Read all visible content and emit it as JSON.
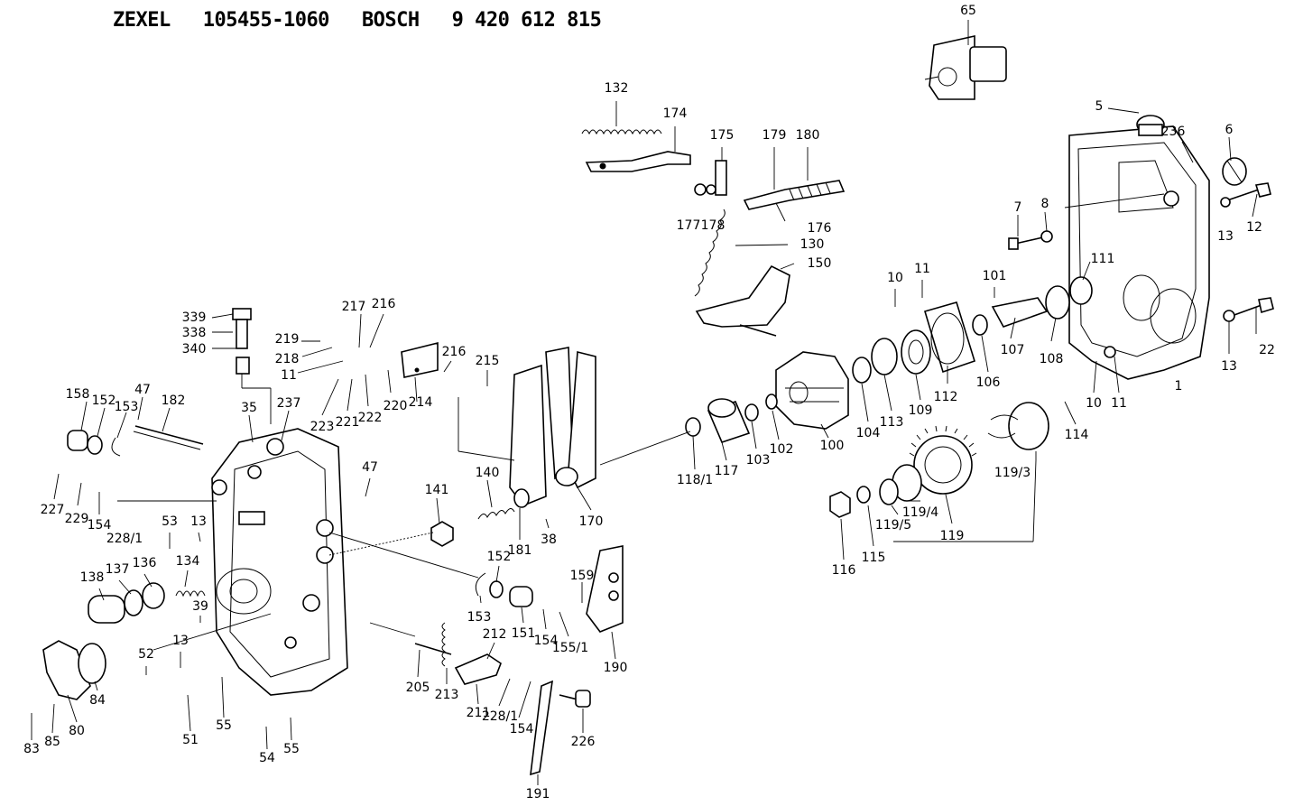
{
  "header": {
    "brand1": "ZEXEL",
    "part1": "105455-1060",
    "brand2": "BOSCH",
    "part2": "9 420 612 815"
  },
  "callouts": [
    {
      "id": "65",
      "t": "65"
    },
    {
      "id": "5",
      "t": "5"
    },
    {
      "id": "236",
      "t": "236"
    },
    {
      "id": "6",
      "t": "6"
    },
    {
      "id": "13a",
      "t": "13"
    },
    {
      "id": "12",
      "t": "12"
    },
    {
      "id": "7",
      "t": "7"
    },
    {
      "id": "8",
      "t": "8"
    },
    {
      "id": "132",
      "t": "132"
    },
    {
      "id": "174",
      "t": "174"
    },
    {
      "id": "175",
      "t": "175"
    },
    {
      "id": "179",
      "t": "179"
    },
    {
      "id": "180",
      "t": "180"
    },
    {
      "id": "177",
      "t": "177"
    },
    {
      "id": "178",
      "t": "178"
    },
    {
      "id": "176",
      "t": "176"
    },
    {
      "id": "130",
      "t": "130"
    },
    {
      "id": "150",
      "t": "150"
    },
    {
      "id": "10a",
      "t": "10"
    },
    {
      "id": "11a",
      "t": "11"
    },
    {
      "id": "101",
      "t": "101"
    },
    {
      "id": "111",
      "t": "111"
    },
    {
      "id": "22",
      "t": "22"
    },
    {
      "id": "13b",
      "t": "13"
    },
    {
      "id": "1",
      "t": "1"
    },
    {
      "id": "108",
      "t": "108"
    },
    {
      "id": "107",
      "t": "107"
    },
    {
      "id": "106",
      "t": "106"
    },
    {
      "id": "112",
      "t": "112"
    },
    {
      "id": "109",
      "t": "109"
    },
    {
      "id": "113",
      "t": "113"
    },
    {
      "id": "104",
      "t": "104"
    },
    {
      "id": "100",
      "t": "100"
    },
    {
      "id": "102",
      "t": "102"
    },
    {
      "id": "103",
      "t": "103"
    },
    {
      "id": "117",
      "t": "117"
    },
    {
      "id": "118_1",
      "t": "118/1"
    },
    {
      "id": "10b",
      "t": "10"
    },
    {
      "id": "11b",
      "t": "11"
    },
    {
      "id": "114",
      "t": "114"
    },
    {
      "id": "119_3",
      "t": "119/3"
    },
    {
      "id": "119_4",
      "t": "119/4"
    },
    {
      "id": "119_5",
      "t": "119/5"
    },
    {
      "id": "119",
      "t": "119"
    },
    {
      "id": "115",
      "t": "115"
    },
    {
      "id": "116",
      "t": "116"
    },
    {
      "id": "339",
      "t": "339"
    },
    {
      "id": "338",
      "t": "338"
    },
    {
      "id": "340",
      "t": "340"
    },
    {
      "id": "219",
      "t": "219"
    },
    {
      "id": "217",
      "t": "217"
    },
    {
      "id": "216a",
      "t": "216"
    },
    {
      "id": "218",
      "t": "218"
    },
    {
      "id": "11c",
      "t": "11"
    },
    {
      "id": "216b",
      "t": "216"
    },
    {
      "id": "215",
      "t": "215"
    },
    {
      "id": "214",
      "t": "214"
    },
    {
      "id": "220",
      "t": "220"
    },
    {
      "id": "222",
      "t": "222"
    },
    {
      "id": "221",
      "t": "221"
    },
    {
      "id": "223",
      "t": "223"
    },
    {
      "id": "158",
      "t": "158"
    },
    {
      "id": "152a",
      "t": "152"
    },
    {
      "id": "153a",
      "t": "153"
    },
    {
      "id": "47a",
      "t": "47"
    },
    {
      "id": "182",
      "t": "182"
    },
    {
      "id": "35",
      "t": "35"
    },
    {
      "id": "237",
      "t": "237"
    },
    {
      "id": "47b",
      "t": "47"
    },
    {
      "id": "227",
      "t": "227"
    },
    {
      "id": "229",
      "t": "229"
    },
    {
      "id": "154a",
      "t": "154"
    },
    {
      "id": "228_1a",
      "t": "228/1"
    },
    {
      "id": "53",
      "t": "53"
    },
    {
      "id": "13c",
      "t": "13"
    },
    {
      "id": "138",
      "t": "138"
    },
    {
      "id": "137",
      "t": "137"
    },
    {
      "id": "136",
      "t": "136"
    },
    {
      "id": "134",
      "t": "134"
    },
    {
      "id": "39",
      "t": "39"
    },
    {
      "id": "52",
      "t": "52"
    },
    {
      "id": "13d",
      "t": "13"
    },
    {
      "id": "51",
      "t": "51"
    },
    {
      "id": "55a",
      "t": "55"
    },
    {
      "id": "54",
      "t": "54"
    },
    {
      "id": "55b",
      "t": "55"
    },
    {
      "id": "83",
      "t": "83"
    },
    {
      "id": "85",
      "t": "85"
    },
    {
      "id": "80",
      "t": "80"
    },
    {
      "id": "84",
      "t": "84"
    },
    {
      "id": "141",
      "t": "141"
    },
    {
      "id": "140",
      "t": "140"
    },
    {
      "id": "181",
      "t": "181"
    },
    {
      "id": "170",
      "t": "170"
    },
    {
      "id": "38",
      "t": "38"
    },
    {
      "id": "152b",
      "t": "152"
    },
    {
      "id": "159",
      "t": "159"
    },
    {
      "id": "153b",
      "t": "153"
    },
    {
      "id": "151",
      "t": "151"
    },
    {
      "id": "154b",
      "t": "154"
    },
    {
      "id": "155_1",
      "t": "155/1"
    },
    {
      "id": "190",
      "t": "190"
    },
    {
      "id": "212",
      "t": "212"
    },
    {
      "id": "205",
      "t": "205"
    },
    {
      "id": "213",
      "t": "213"
    },
    {
      "id": "211",
      "t": "211"
    },
    {
      "id": "228_1b",
      "t": "228/1"
    },
    {
      "id": "154c",
      "t": "154"
    },
    {
      "id": "226",
      "t": "226"
    },
    {
      "id": "191",
      "t": "191"
    }
  ]
}
